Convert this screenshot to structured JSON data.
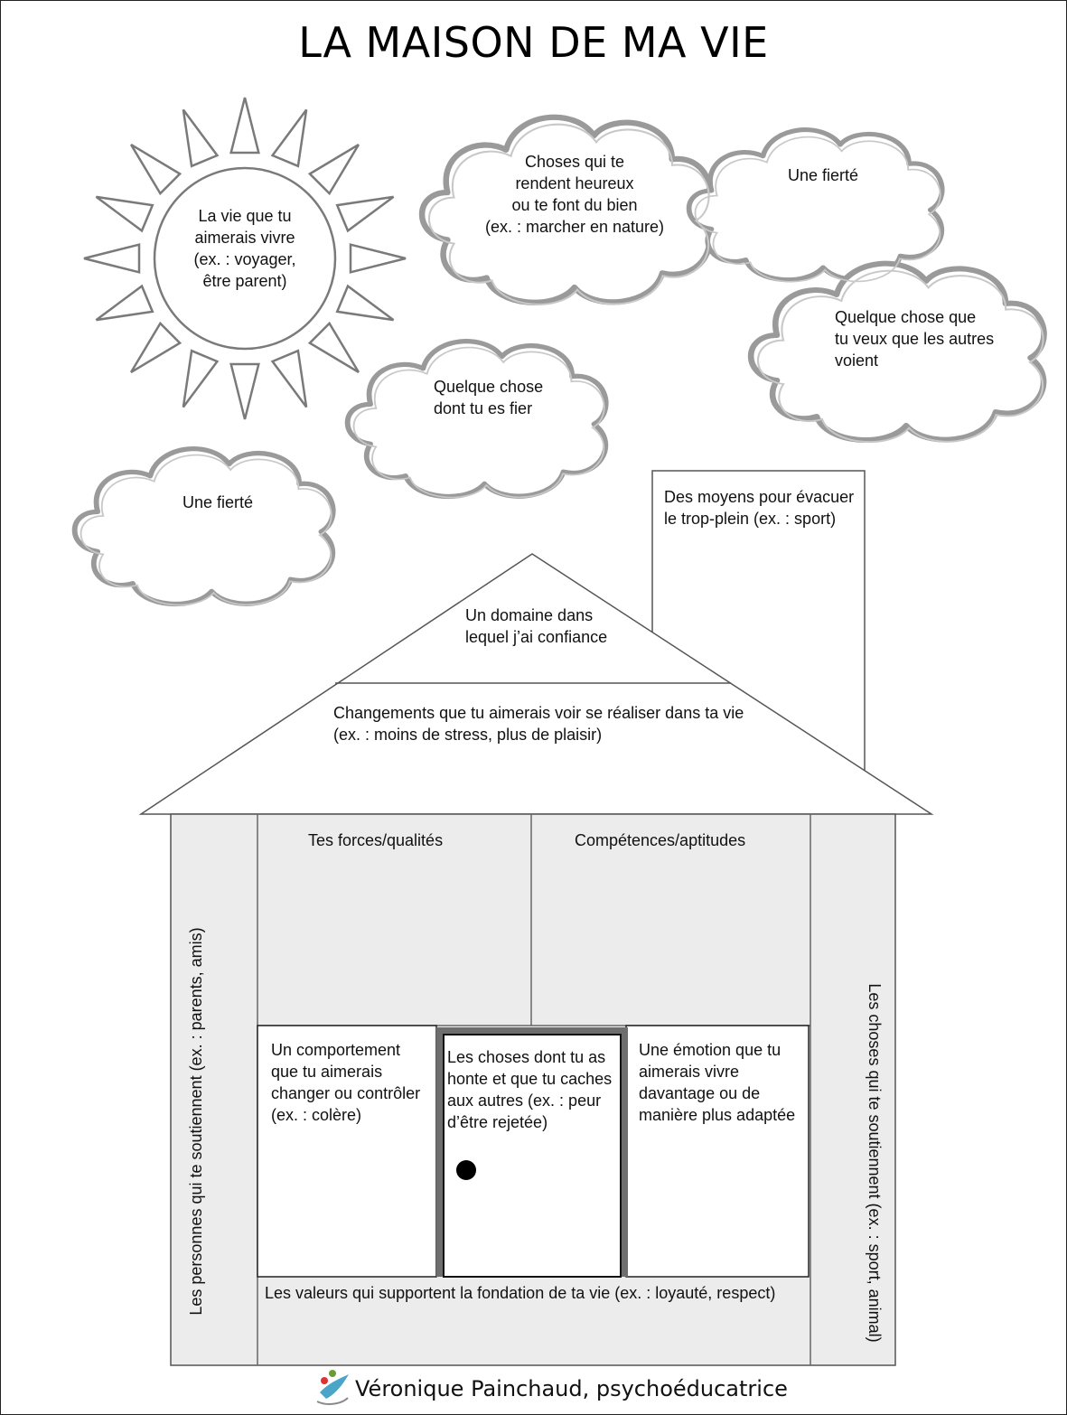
{
  "title": "LA MAISON DE MA VIE",
  "sun": {
    "text": "La vie que tu\naimerais vivre\n(ex. : voyager,\nêtre parent)"
  },
  "clouds": {
    "happy": "Choses qui te\nrendent heureux\nou te font du bien\n(ex. : marcher en nature)",
    "pride_top": "Une fierté",
    "seen": "Quelque chose que\ntu veux que les autres\nvoient",
    "proud": "Quelque chose\ndont tu es fier",
    "pride_left": "Une fierté"
  },
  "chimney": "Des moyens pour évacuer\nle trop-plein (ex. : sport)",
  "roof": {
    "top": "Un domaine dans\nlequel j’ai confiance",
    "bottom": "Changements que tu aimerais voir se réaliser dans ta vie\n(ex. : moins de stress, plus de plaisir)"
  },
  "house": {
    "strengths": "Tes forces/qualités",
    "skills": "Compétences/aptitudes",
    "behavior": "Un comportement\nque tu aimerais\nchanger ou contrôler\n(ex. : colère)",
    "door": "Les choses dont tu as\nhonte et que tu caches\naux autres (ex. : peur\nd’être rejetée)",
    "emotion": "Une émotion que tu\naimerais vivre\ndavantage ou de\nmanière plus adaptée",
    "values": "Les valeurs qui supportent la fondation de ta vie (ex. : loyauté, respect)",
    "left_wall": "Les personnes qui te soutiennent (ex. : parents, amis)",
    "right_wall": "Les choses qui te soutiennent (ex. : sport, animal)"
  },
  "footer": "Véronique Painchaud, psychoéducatrice",
  "colors": {
    "wall_fill": "#ececec",
    "outline": "#555555",
    "cloud_stroke": "#9a9a9a",
    "door_frame": "#6e6e6e"
  }
}
